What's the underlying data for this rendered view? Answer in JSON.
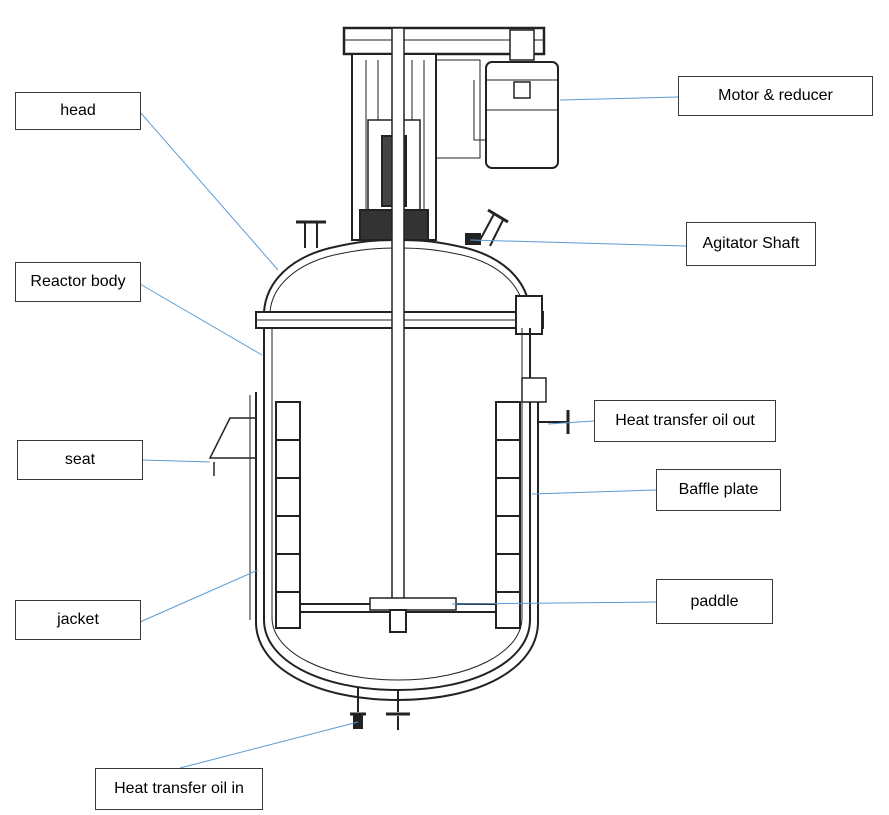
{
  "labels": {
    "head": "head",
    "reactor_body": "Reactor body",
    "seat": "seat",
    "jacket": "jacket",
    "heat_in": "Heat transfer oil in",
    "motor": "Motor & reducer",
    "agitator": "Agitator Shaft",
    "heat_out": "Heat transfer oil out",
    "baffle": "Baffle plate",
    "paddle": "paddle"
  },
  "colors": {
    "leader_line": "#5b9bd5",
    "drawing_line": "#222222",
    "box_border": "#3a3a3a"
  }
}
